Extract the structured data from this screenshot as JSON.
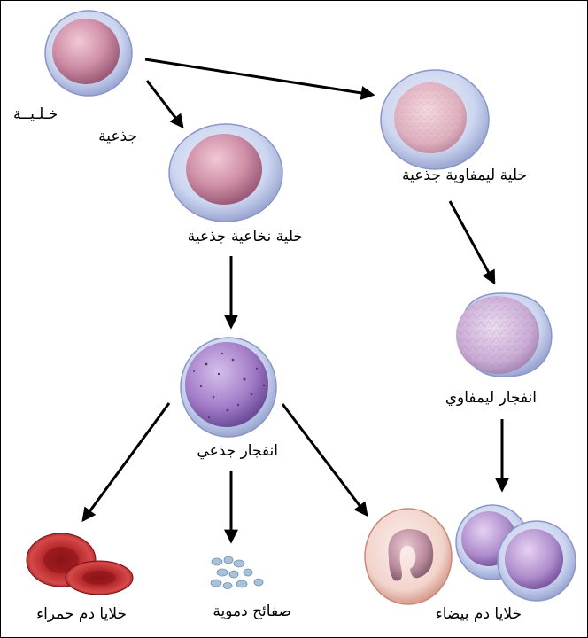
{
  "labels": {
    "stem_cell_line1": "خـلـيــة",
    "stem_cell_line2": "جذعية",
    "myeloid_stem_cell": "خلية نخاعية جذعية",
    "lymphoid_stem_cell": "خلية ليمفاوية جذعية",
    "myeloblast": "انفجار جذعي",
    "lymphoblast": "انفجار ليمفاوي",
    "red_blood_cells": "خلايا دم حمراء",
    "platelets": "صفائح دموية",
    "white_blood_cells": "خلايا دم بيضاء"
  },
  "colors": {
    "cell_outer": "#c9d3ef",
    "cell_outer_edge": "#8a96c6",
    "stem_nucleus": "#c27b96",
    "lymphoid_nucleus": "#dba7b8",
    "blast_nucleus": "#9f76c4",
    "lymphoblast_nucleus": "#c7a7cf",
    "rbc": "#b8282a",
    "platelet": "#9fbad3",
    "arrow": "#000000"
  }
}
